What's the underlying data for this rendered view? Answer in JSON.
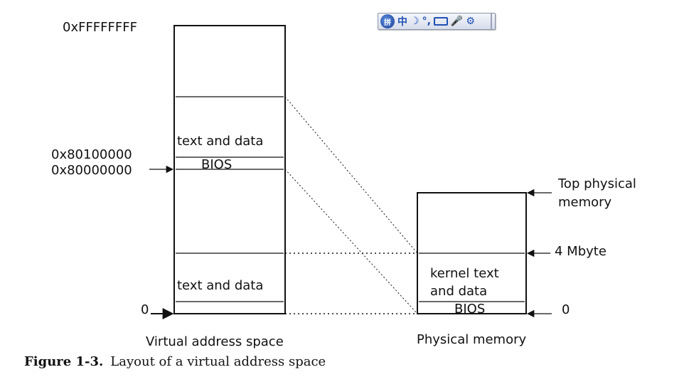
{
  "virtual": {
    "addr_top": "0xFFFFFFFF",
    "addr_80100000": "0x80100000",
    "addr_80000000": "0x80000000",
    "addr_zero": "0",
    "region_kernel_text": "text and data",
    "region_kernel_bios": "BIOS",
    "region_user_text": "text and data",
    "label": "Virtual address space"
  },
  "physical": {
    "top_label_line1": "Top physical",
    "top_label_line2": "memory",
    "mark_4mb": "4 Mbyte",
    "mark_zero": "0",
    "region_kernel_line1": "kernel text",
    "region_kernel_line2": "and data",
    "region_bios": "BIOS",
    "label": "Physical memory"
  },
  "caption": {
    "figure_number": "Figure 1-3.",
    "text": "Layout of a virtual address space"
  },
  "ime_toolbar": {
    "logo_glyph": "拼",
    "mode_glyph": "中",
    "moon_glyph": "☽",
    "punct_glyph": "°,",
    "mic_glyph": "🎤",
    "settings_glyph": "⚙"
  }
}
